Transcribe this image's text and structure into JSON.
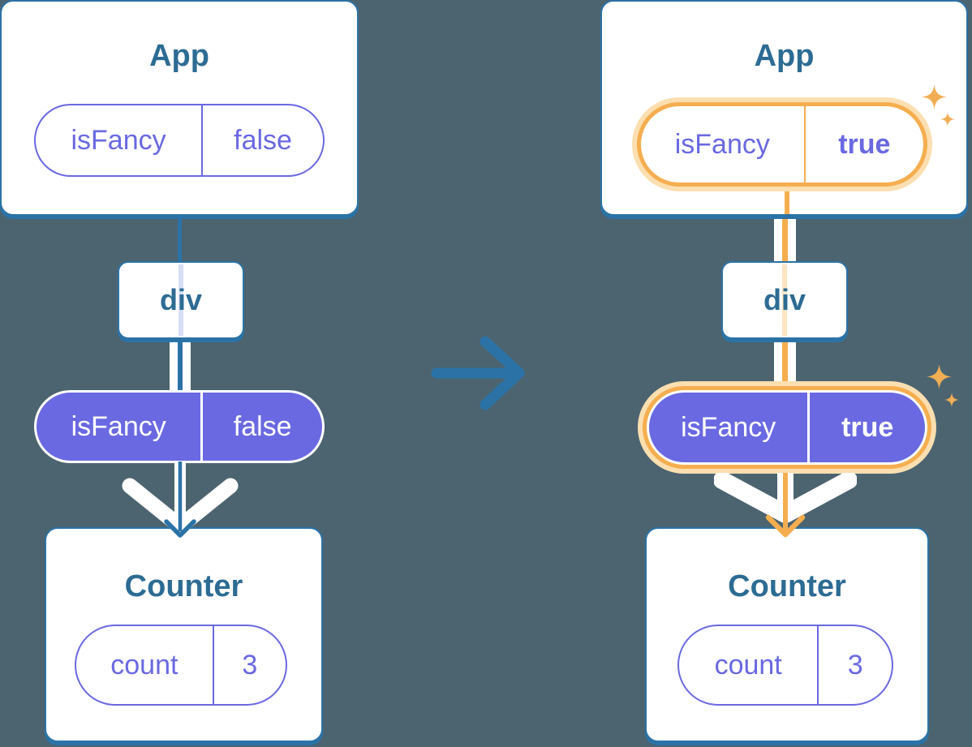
{
  "colors": {
    "background": "#4C6470",
    "steel_blue": "#2B73A6",
    "heading_text": "#2C6C93",
    "purple": "#6A69E1",
    "orange": "#F5AE4F",
    "orange_halo": "#FBDFB0",
    "white": "#FFFFFF"
  },
  "icons": {
    "transition": "arrow-right-icon",
    "highlight": "sparkle-icon",
    "flow": "chevron-down-icon"
  },
  "before": {
    "app_card": {
      "title": "App",
      "state_pill": {
        "name": "isFancy",
        "value": "false"
      }
    },
    "div_node": {
      "label": "div"
    },
    "prop_pill": {
      "name": "isFancy",
      "value": "false"
    },
    "counter_card": {
      "title": "Counter",
      "state_pill": {
        "name": "count",
        "value": "3"
      }
    }
  },
  "after": {
    "app_card": {
      "title": "App",
      "state_pill": {
        "name": "isFancy",
        "value": "true"
      }
    },
    "div_node": {
      "label": "div"
    },
    "prop_pill": {
      "name": "isFancy",
      "value": "true"
    },
    "counter_card": {
      "title": "Counter",
      "state_pill": {
        "name": "count",
        "value": "3"
      }
    }
  }
}
